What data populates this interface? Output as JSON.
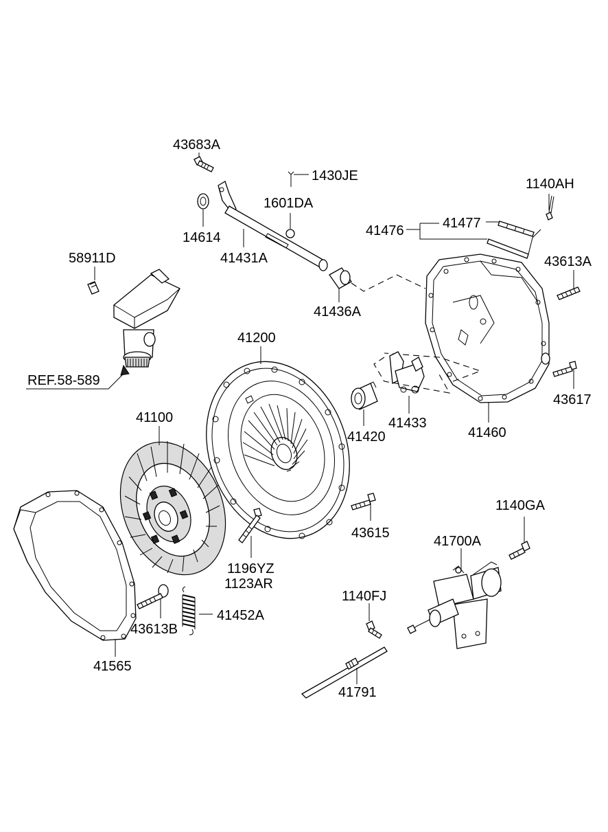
{
  "labels": {
    "p43683A": "43683A",
    "p1430JE": "1430JE",
    "p1601DA": "1601DA",
    "p14614": "14614",
    "p41431A": "41431A",
    "p1140AH": "1140AH",
    "p41477": "41477",
    "p41476": "41476",
    "p58911D": "58911D",
    "p41436A": "41436A",
    "p43613A": "43613A",
    "p41200": "41200",
    "pREF": "REF.58-589",
    "p43617": "43617",
    "p41100": "41100",
    "p41420": "41420",
    "p41433": "41433",
    "p41460": "41460",
    "p1140GA": "1140GA",
    "p43615": "43615",
    "p41700A": "41700A",
    "p1196YZ": "1196YZ",
    "p1123AR": "1123AR",
    "p1140FJ": "1140FJ",
    "p41452A": "41452A",
    "p43613B": "43613B",
    "p41565": "41565",
    "p41791": "41791"
  }
}
